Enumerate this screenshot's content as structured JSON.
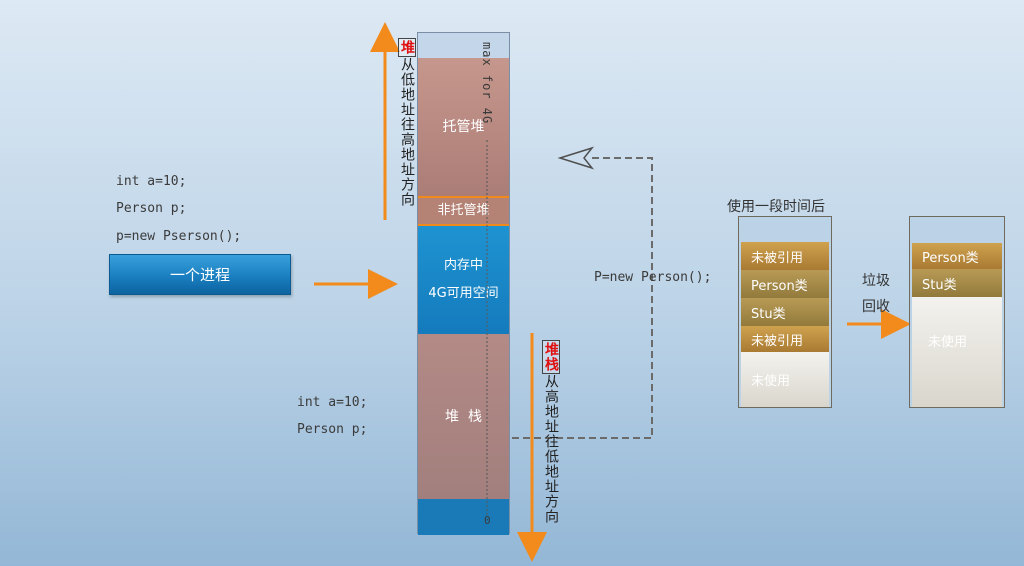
{
  "code_block_left": {
    "line1": "int a=10;",
    "line2": "Person p;",
    "line3": "p=new Pserson();"
  },
  "process_button": "一个进程",
  "memory_column": {
    "max_label": "max for 4G",
    "managed_heap": "托管堆",
    "unmanaged_heap": "非托管堆",
    "free_space_line1": "内存中",
    "free_space_line2": "4G可用空间",
    "stack": "堆  栈",
    "zero_label": "0"
  },
  "heap_annotation": {
    "keyword": "堆",
    "text": "从低地址往高地址方向"
  },
  "stack_annotation": {
    "keyword": "堆栈",
    "text": "从高地址往低地址方向"
  },
  "stack_vars": {
    "line1": "int a=10;",
    "line2": "Person p;"
  },
  "new_person_label": "P=new Person();",
  "before_gc": {
    "title": "使用一段时间后",
    "items": [
      "未被引用",
      "Person类",
      "Stu类",
      "未被引用",
      "未使用"
    ]
  },
  "gc_label": {
    "line1": "垃圾",
    "line2": "回收"
  },
  "after_gc": {
    "items": [
      "Person类",
      "Stu类",
      "未使用"
    ]
  },
  "colors": {
    "arrow": "#f28a1c",
    "annotation_red": "#e01010",
    "process_blue": "#1a7fc0",
    "free_blue": "#1f93d1"
  }
}
